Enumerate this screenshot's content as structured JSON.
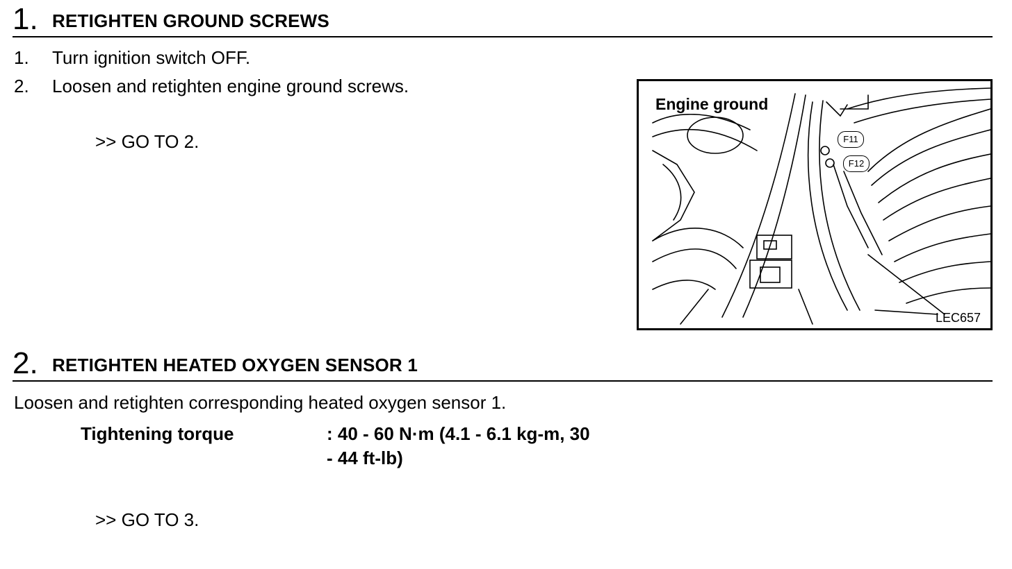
{
  "section1": {
    "number": "1.",
    "title": "RETIGHTEN GROUND SCREWS",
    "steps": [
      {
        "num": "1.",
        "text": "Turn ignition switch OFF."
      },
      {
        "num": "2.",
        "text": "Loosen and retighten engine ground screws."
      }
    ],
    "goto": ">> GO TO 2.",
    "figure": {
      "label": "Engine ground",
      "connector_a": "F11",
      "connector_b": "F12",
      "code": "LEC657"
    }
  },
  "section2": {
    "number": "2.",
    "title": "RETIGHTEN HEATED OXYGEN SENSOR 1",
    "description": "Loosen and retighten corresponding heated oxygen sensor 1.",
    "spec_label": "Tightening torque",
    "spec_value": ": 40 - 60 N·m (4.1 - 6.1 kg-m, 30 - 44 ft-lb)",
    "goto": ">> GO TO 3."
  }
}
